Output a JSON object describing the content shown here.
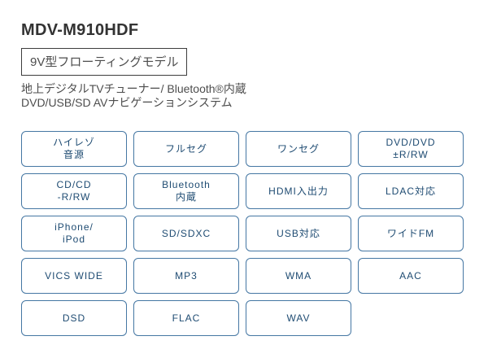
{
  "page": {
    "title": "MDV-M910HDF",
    "model_label": "9V型フローティングモデル",
    "description_line1": "地上デジタルTVチューナー/ Bluetooth®内蔵",
    "description_line2": "DVD/USB/SD AVナビゲーションシステム"
  },
  "colors": {
    "title": "#333333",
    "text": "#4d4d4d",
    "badge_border": "#4577a3",
    "badge_text": "#1e4b72"
  },
  "features": [
    "ハイレゾ\n音源",
    "フルセグ",
    "ワンセグ",
    "DVD/DVD\n±R/RW",
    "CD/CD\n-R/RW",
    "Bluetooth\n内蔵",
    "HDMI入出力",
    "LDAC対応",
    "iPhone/\niPod",
    "SD/SDXC",
    "USB対応",
    "ワイドFM",
    "VICS WIDE",
    "MP3",
    "WMA",
    "AAC",
    "DSD",
    "FLAC",
    "WAV"
  ]
}
